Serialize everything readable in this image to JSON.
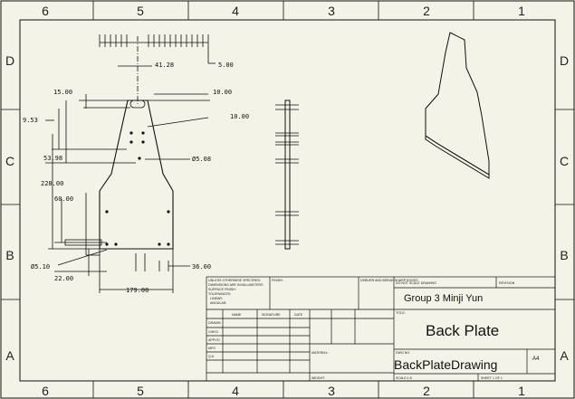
{
  "zones": {
    "columns": [
      "6",
      "5",
      "4",
      "3",
      "2",
      "1"
    ],
    "rows": [
      "D",
      "C",
      "B",
      "A"
    ]
  },
  "dims": {
    "d1": "5.00",
    "d2": "41.28",
    "d3": "15.00",
    "d4": "10.00",
    "d5": "9.53",
    "d6": "10.00",
    "d7": "53.98",
    "d8": "Ø5.08",
    "d9": "228.00",
    "d10": "60.00",
    "d11": "Ø5.10",
    "d12": "22.00",
    "d13": "179.00",
    "d14": "36.00"
  },
  "title_block": {
    "unless_text": "UNLESS OTHERWISE SPECIFIED:",
    "dims_in": "DIMENSIONS ARE IN MILLIMETERS",
    "surface": "SURFACE FINISH:",
    "tolerances": "TOLERANCES:",
    "linear": "LINEAR:",
    "angular": "ANGULAR:",
    "finish": "FINISH:",
    "deburr": "DEBURR AND BREAK SHARP EDGES",
    "dont_scale": "DO NOT SCALE DRAWING",
    "revision": "REVISION",
    "company": "Group 3 Minji Yun",
    "title_label": "TITLE:",
    "title": "Back Plate",
    "col_name": "NAME",
    "col_signature": "SIGNATURE",
    "col_date": "DATE",
    "row_drawn": "DRAWN",
    "row_chkd": "CHK'D",
    "row_appvd": "APPV'D",
    "row_mfg": "MFG",
    "row_qa": "Q.A",
    "material": "MATERIAL:",
    "weight": "WEIGHT:",
    "dwg_no": "DWG NO.",
    "drawing_name": "BackPlateDrawing",
    "size": "A4",
    "scale": "SCALE:1:5",
    "sheet": "SHEET 1 OF 1"
  }
}
